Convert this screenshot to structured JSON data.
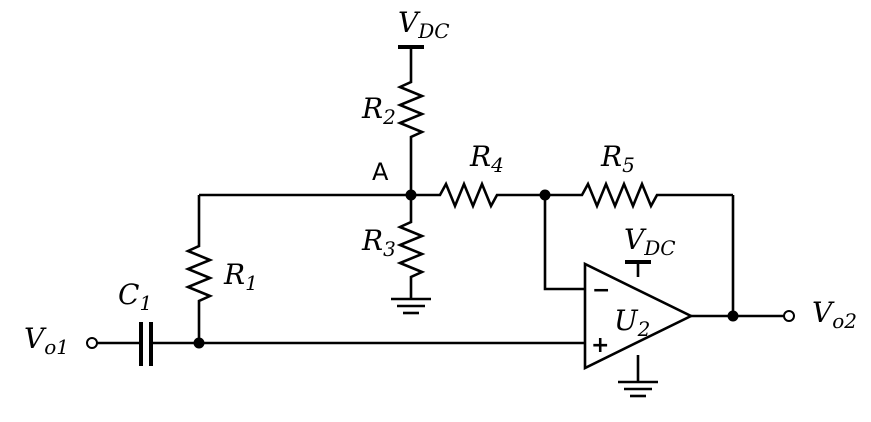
{
  "labels": {
    "vdc_top_main": "V",
    "vdc_top_sub": "DC",
    "r2_main": "R",
    "r2_sub": "2",
    "node_a": "A",
    "r3_main": "R",
    "r3_sub": "3",
    "r4_main": "R",
    "r4_sub": "4",
    "r5_main": "R",
    "r5_sub": "5",
    "vdc_opamp_main": "V",
    "vdc_opamp_sub": "DC",
    "r1_main": "R",
    "r1_sub": "1",
    "c1_main": "C",
    "c1_sub": "1",
    "vin_main": "V",
    "vin_sub": "o1",
    "vout_main": "V",
    "vout_sub": "o2",
    "u2_main": "U",
    "u2_sub": "2",
    "opamp_minus": "−",
    "opamp_plus": "+"
  }
}
